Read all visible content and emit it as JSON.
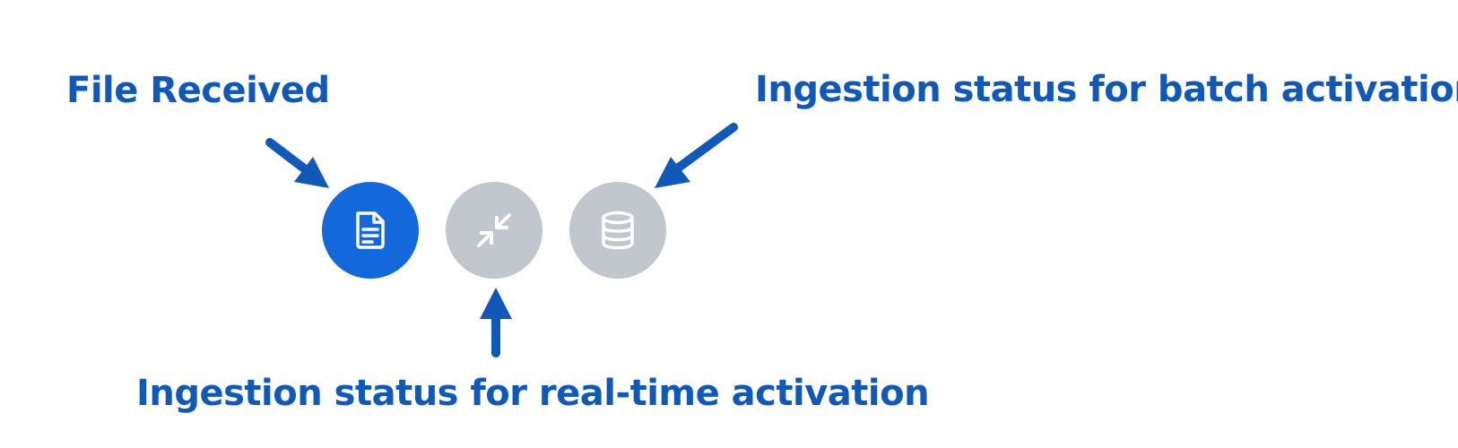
{
  "labels": {
    "file_received": "File Received",
    "batch_activation": "Ingestion status for batch activation",
    "realtime_activation": "Ingestion status for real-time activation"
  },
  "status_icons": [
    {
      "id": "file-received",
      "icon": "document-icon",
      "state": "active"
    },
    {
      "id": "realtime-ingestion",
      "icon": "compress-arrows-icon",
      "state": "inactive"
    },
    {
      "id": "batch-ingestion",
      "icon": "database-icon",
      "state": "inactive"
    }
  ],
  "colors": {
    "label_text": "#1159b8",
    "arrow": "#1159b8",
    "active_circle": "#1368dc",
    "inactive_circle": "#c2c6cd",
    "icon_glyph": "#ffffff"
  }
}
